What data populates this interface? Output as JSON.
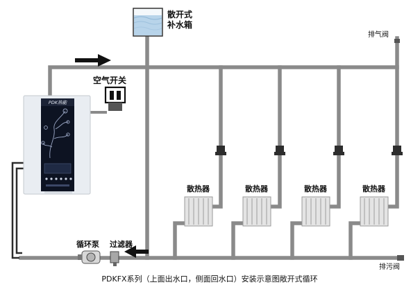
{
  "labels": {
    "tank_line1": "散开式",
    "tank_line2": "补水箱",
    "air_vent": "排气阀",
    "air_switch": "空气开关",
    "radiator": "散热器",
    "pump": "循环泵",
    "filter": "过滤器",
    "drain_valve": "排污阀",
    "caption": "PDKFX系列（上面出水口，侧面回水口）安装示意图敞开式循环"
  },
  "boiler": {
    "brand": "PDK热能"
  },
  "radiator_count": 4,
  "flow_arrows": [
    "right",
    "left"
  ],
  "colors": {
    "pipe": "#8a8a8a",
    "pipe_dark": "#6f6f6f",
    "boiler_panel": "#0d1322",
    "boiler_body": "#e9edf2",
    "radiator": "#e4e4e4",
    "valve": "#303030",
    "tank_water": "#b8d4ea"
  }
}
